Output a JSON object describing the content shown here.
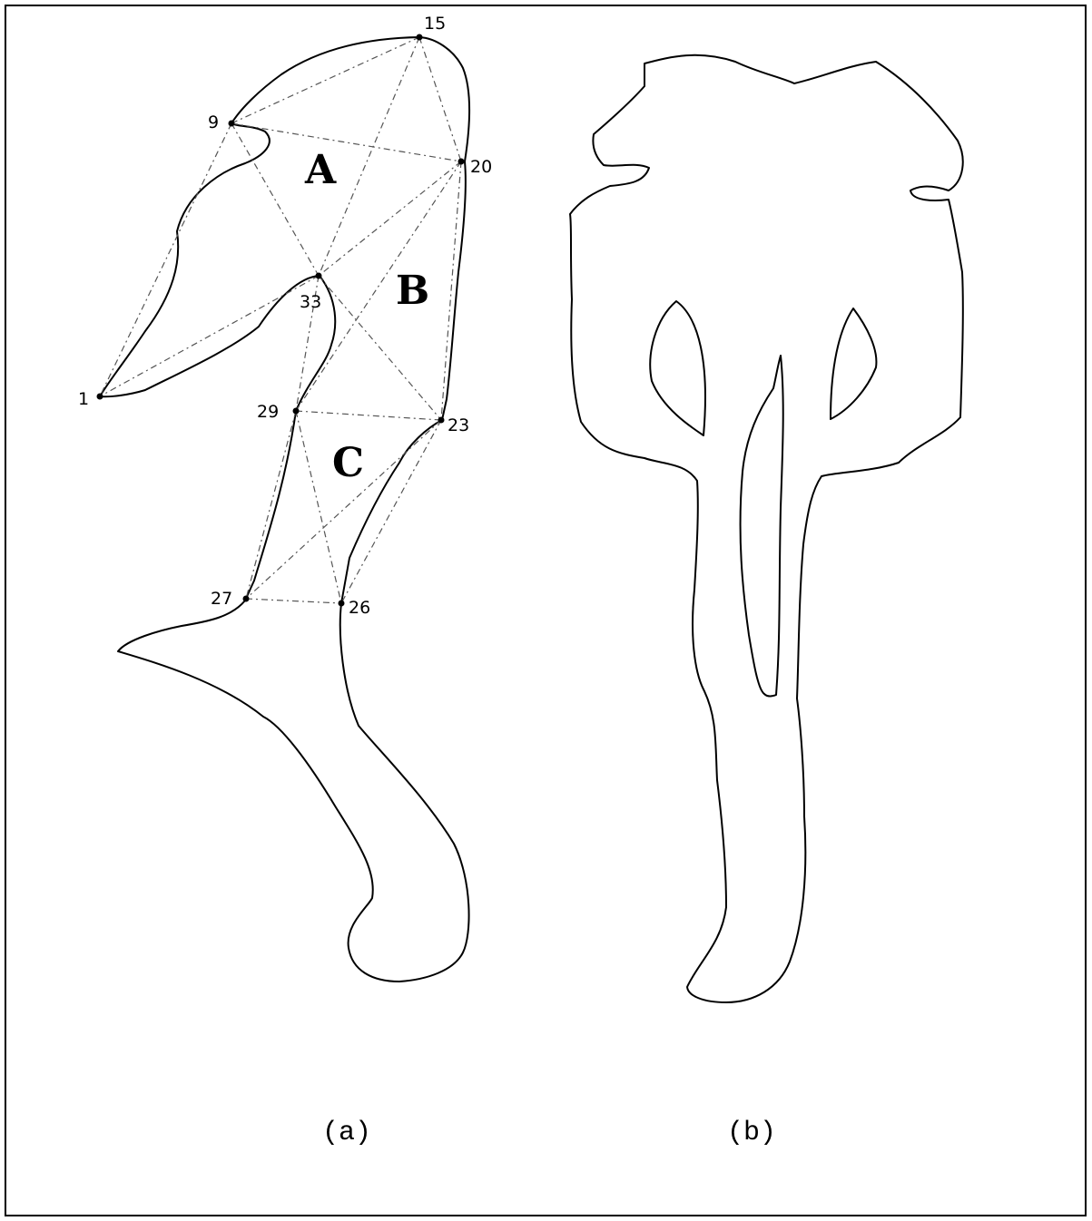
{
  "panels": [
    {
      "caption": "(a)",
      "regions": [
        "A",
        "B",
        "C"
      ],
      "landmarks": [
        "15",
        "9",
        "20",
        "33",
        "1",
        "29",
        "23",
        "27",
        "26"
      ]
    },
    {
      "caption": "(b)"
    }
  ]
}
